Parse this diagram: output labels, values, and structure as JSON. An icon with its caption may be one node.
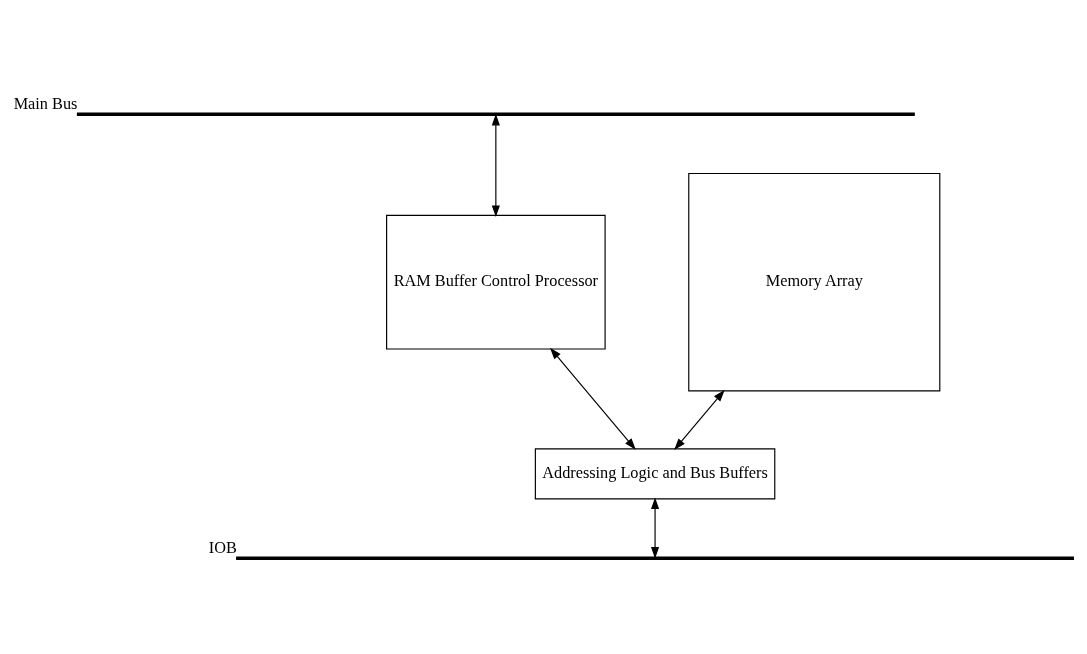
{
  "diagram": {
    "nodes": [
      {
        "text": [],
        "shape": "bar",
        "beside": [
          "Main Bus"
        ]
      },
      {
        "text": [
          "RAM Buffer Control Processor"
        ]
      },
      {
        "text": [
          "Memory Array"
        ]
      },
      {
        "text": [
          "Addressing Logic and Bus Buffers"
        ]
      },
      {
        "text": [],
        "shape": "bar",
        "beside": [
          "IOB"
        ]
      }
    ],
    "edges": [
      {
        "from": 0,
        "to": 1,
        "arrow": "both"
      },
      {
        "from": 1,
        "to": 3,
        "arrow": "both"
      },
      {
        "from": 2,
        "to": 3,
        "arrow": "both"
      },
      {
        "from": 3,
        "to": 4,
        "arrow": "both"
      }
    ]
  }
}
